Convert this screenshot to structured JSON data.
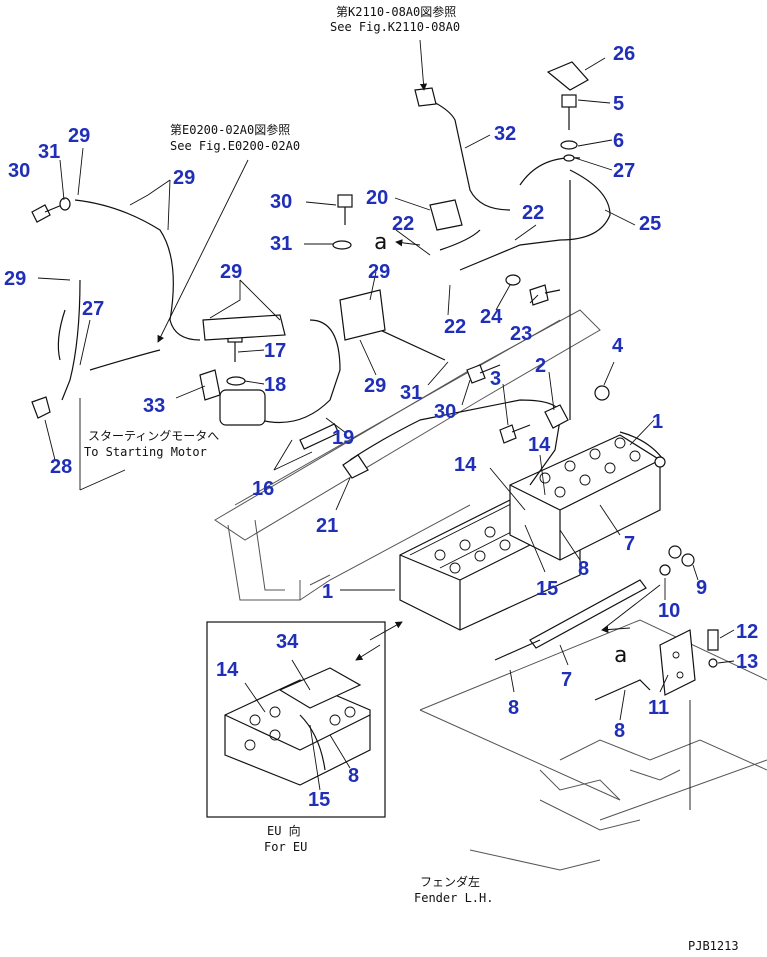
{
  "colors": {
    "callout": "#1f2fb8",
    "line": "#111111",
    "background": "#ffffff"
  },
  "references": {
    "top_jp": "第K2110-08A0図参照",
    "top_en": "See Fig.K2110-08A0",
    "left_jp": "第E0200-02A0図参照",
    "left_en": "See Fig.E0200-02A0"
  },
  "labels": {
    "starting_motor_jp": "スターティングモータへ",
    "starting_motor_en": "To Starting Motor",
    "eu_jp": "EU 向",
    "eu_en": "For EU",
    "fender_jp": "フェンダ左",
    "fender_en": "Fender L.H.",
    "drawing_code": "PJB1213",
    "view_marker": "a"
  },
  "callouts": [
    {
      "id": "c26",
      "text": "26"
    },
    {
      "id": "c5",
      "text": "5"
    },
    {
      "id": "c6",
      "text": "6"
    },
    {
      "id": "c27a",
      "text": "27"
    },
    {
      "id": "c32",
      "text": "32"
    },
    {
      "id": "c25",
      "text": "25"
    },
    {
      "id": "c29a",
      "text": "29"
    },
    {
      "id": "c31a",
      "text": "31"
    },
    {
      "id": "c30a",
      "text": "30"
    },
    {
      "id": "c29b",
      "text": "29"
    },
    {
      "id": "c29c",
      "text": "29"
    },
    {
      "id": "c27b",
      "text": "27"
    },
    {
      "id": "c28",
      "text": "28"
    },
    {
      "id": "c30b",
      "text": "30"
    },
    {
      "id": "c20",
      "text": "20"
    },
    {
      "id": "c22a",
      "text": "22"
    },
    {
      "id": "c22b",
      "text": "22"
    },
    {
      "id": "c31b",
      "text": "31"
    },
    {
      "id": "c29d",
      "text": "29"
    },
    {
      "id": "c29e",
      "text": "29"
    },
    {
      "id": "c22c",
      "text": "22"
    },
    {
      "id": "c24",
      "text": "24"
    },
    {
      "id": "c23",
      "text": "23"
    },
    {
      "id": "c17",
      "text": "17"
    },
    {
      "id": "c18",
      "text": "18"
    },
    {
      "id": "c33",
      "text": "33"
    },
    {
      "id": "c29f",
      "text": "29"
    },
    {
      "id": "c31c",
      "text": "31"
    },
    {
      "id": "c30c",
      "text": "30"
    },
    {
      "id": "c19",
      "text": "19"
    },
    {
      "id": "c16",
      "text": "16"
    },
    {
      "id": "c21",
      "text": "21"
    },
    {
      "id": "c2",
      "text": "2"
    },
    {
      "id": "c3",
      "text": "3"
    },
    {
      "id": "c4",
      "text": "4"
    },
    {
      "id": "c1a",
      "text": "1"
    },
    {
      "id": "c14a",
      "text": "14"
    },
    {
      "id": "c14b",
      "text": "14"
    },
    {
      "id": "c7a",
      "text": "7"
    },
    {
      "id": "c8a",
      "text": "8"
    },
    {
      "id": "c15a",
      "text": "15"
    },
    {
      "id": "c1b",
      "text": "1"
    },
    {
      "id": "c9",
      "text": "9"
    },
    {
      "id": "c10",
      "text": "10"
    },
    {
      "id": "c12",
      "text": "12"
    },
    {
      "id": "c13",
      "text": "13"
    },
    {
      "id": "c7b",
      "text": "7"
    },
    {
      "id": "c8b",
      "text": "8"
    },
    {
      "id": "c11",
      "text": "11"
    },
    {
      "id": "c8c",
      "text": "8"
    },
    {
      "id": "c34",
      "text": "34"
    },
    {
      "id": "c14c",
      "text": "14"
    },
    {
      "id": "c8d",
      "text": "8"
    },
    {
      "id": "c15b",
      "text": "15"
    }
  ]
}
